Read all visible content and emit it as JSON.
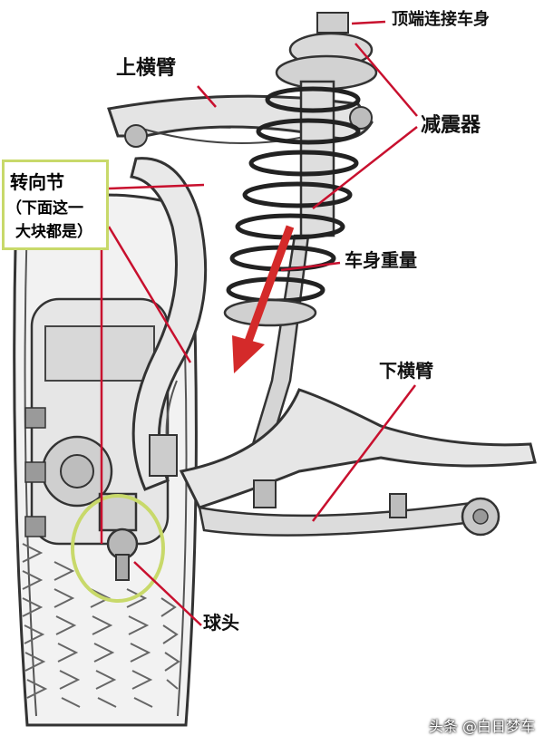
{
  "labels": {
    "top_mount": "顶端连接车身",
    "upper_arm": "上横臂",
    "shock": "减震器",
    "knuckle_title": "转向节",
    "knuckle_sub1": "（下面这一",
    "knuckle_sub2": "大块都是）",
    "body_weight": "车身重量",
    "lower_arm": "下横臂",
    "ball_joint": "球头"
  },
  "watermark": "头条 @白日梦车",
  "colors": {
    "pointer": "#c8102e",
    "arrow": "#d42a2a",
    "highlight": "#c8d96a"
  }
}
